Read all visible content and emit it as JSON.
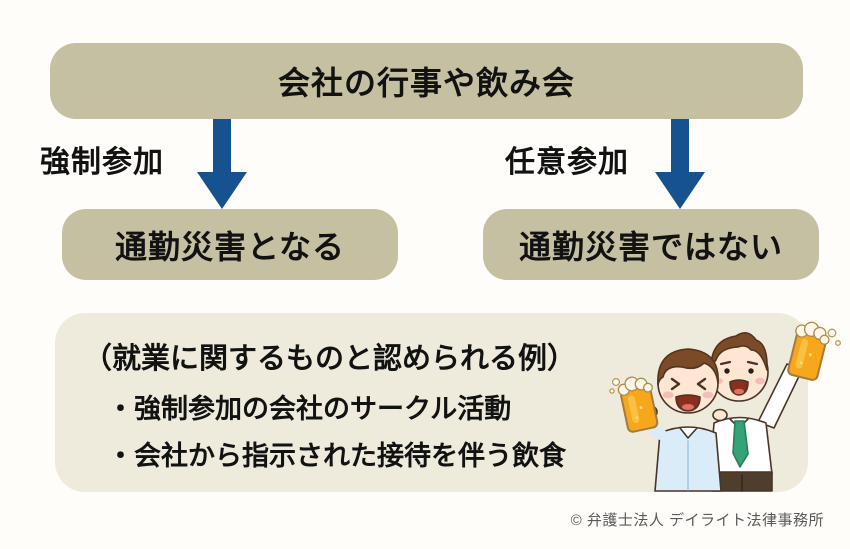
{
  "title_box": {
    "label": "会社の行事や飲み会"
  },
  "branches": {
    "left": {
      "condition": "強制参加",
      "result": "通勤災害となる"
    },
    "right": {
      "condition": "任意参加",
      "result": "通勤災害ではない"
    }
  },
  "examples": {
    "heading": "（就業に関するものと認められる例）",
    "items": [
      "・強制参加の会社のサークル活動",
      "・会社から指示された接待を伴う飲食"
    ]
  },
  "credit": "© 弁護士法人 デイライト法律事務所",
  "illustration": {
    "name": "two-men-toasting-beer-mugs"
  },
  "colors": {
    "box_tan": "#c6c0a2",
    "panel_cream": "#eeebdd",
    "arrow_blue": "#175290",
    "text_black": "#121212",
    "credit_gray": "#5a5a5a"
  }
}
